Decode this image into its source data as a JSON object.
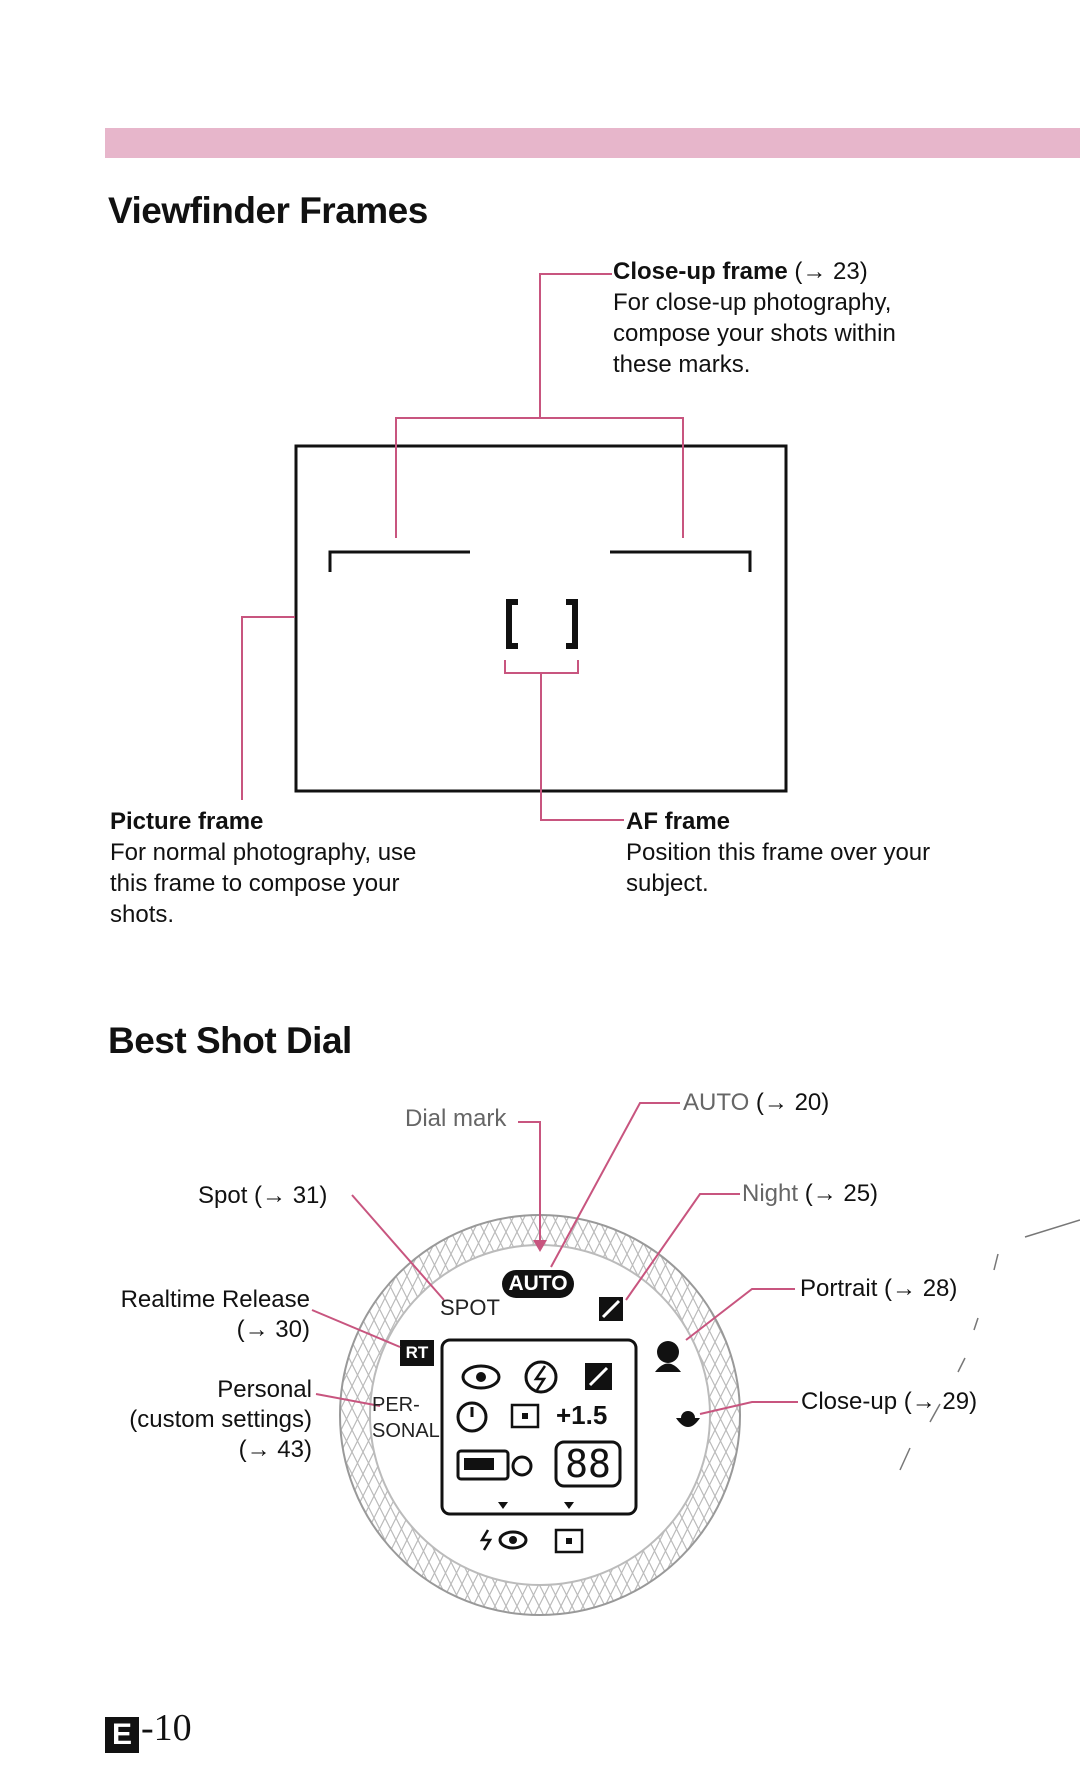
{
  "viewfinder": {
    "title": "Viewfinder Frames",
    "closeup": {
      "name": "Close-up frame",
      "ref": "(→ 23)",
      "desc": [
        "For close-up photography,",
        "compose your shots within",
        "these marks."
      ]
    },
    "picture": {
      "name": "Picture frame",
      "desc": [
        "For normal photography, use",
        "this frame to compose your",
        "shots."
      ]
    },
    "af": {
      "name": "AF frame",
      "desc": [
        "Position this frame over your",
        "subject."
      ]
    }
  },
  "dial": {
    "title": "Best Shot Dial",
    "dial_mark": "Dial mark",
    "auto": {
      "name": "AUTO",
      "ref": "(→ 20)"
    },
    "night": {
      "name": "Night",
      "ref": "(→ 25)"
    },
    "spot": {
      "name": "Spot",
      "ref": "(→ 31)"
    },
    "portrait": {
      "name": "Portrait",
      "ref": "(→ 28)"
    },
    "realtime": {
      "name": "Realtime Release",
      "ref": "(→ 30)"
    },
    "closeup": {
      "name": "Close-up",
      "ref": "(→ 29)"
    },
    "personal": {
      "name": "Personal",
      "sub": "(custom settings)",
      "ref": "(→ 43)"
    },
    "face": {
      "auto": "AUTO",
      "spot": "SPOT",
      "rt": "RT",
      "per": "PER-",
      "sonal": "SONAL",
      "ev": "+1.5",
      "digits": "88"
    }
  },
  "footer": {
    "letter": "E",
    "page": "-10"
  },
  "colors": {
    "accent": "#c8557f",
    "bar": "#e7b6cb"
  }
}
